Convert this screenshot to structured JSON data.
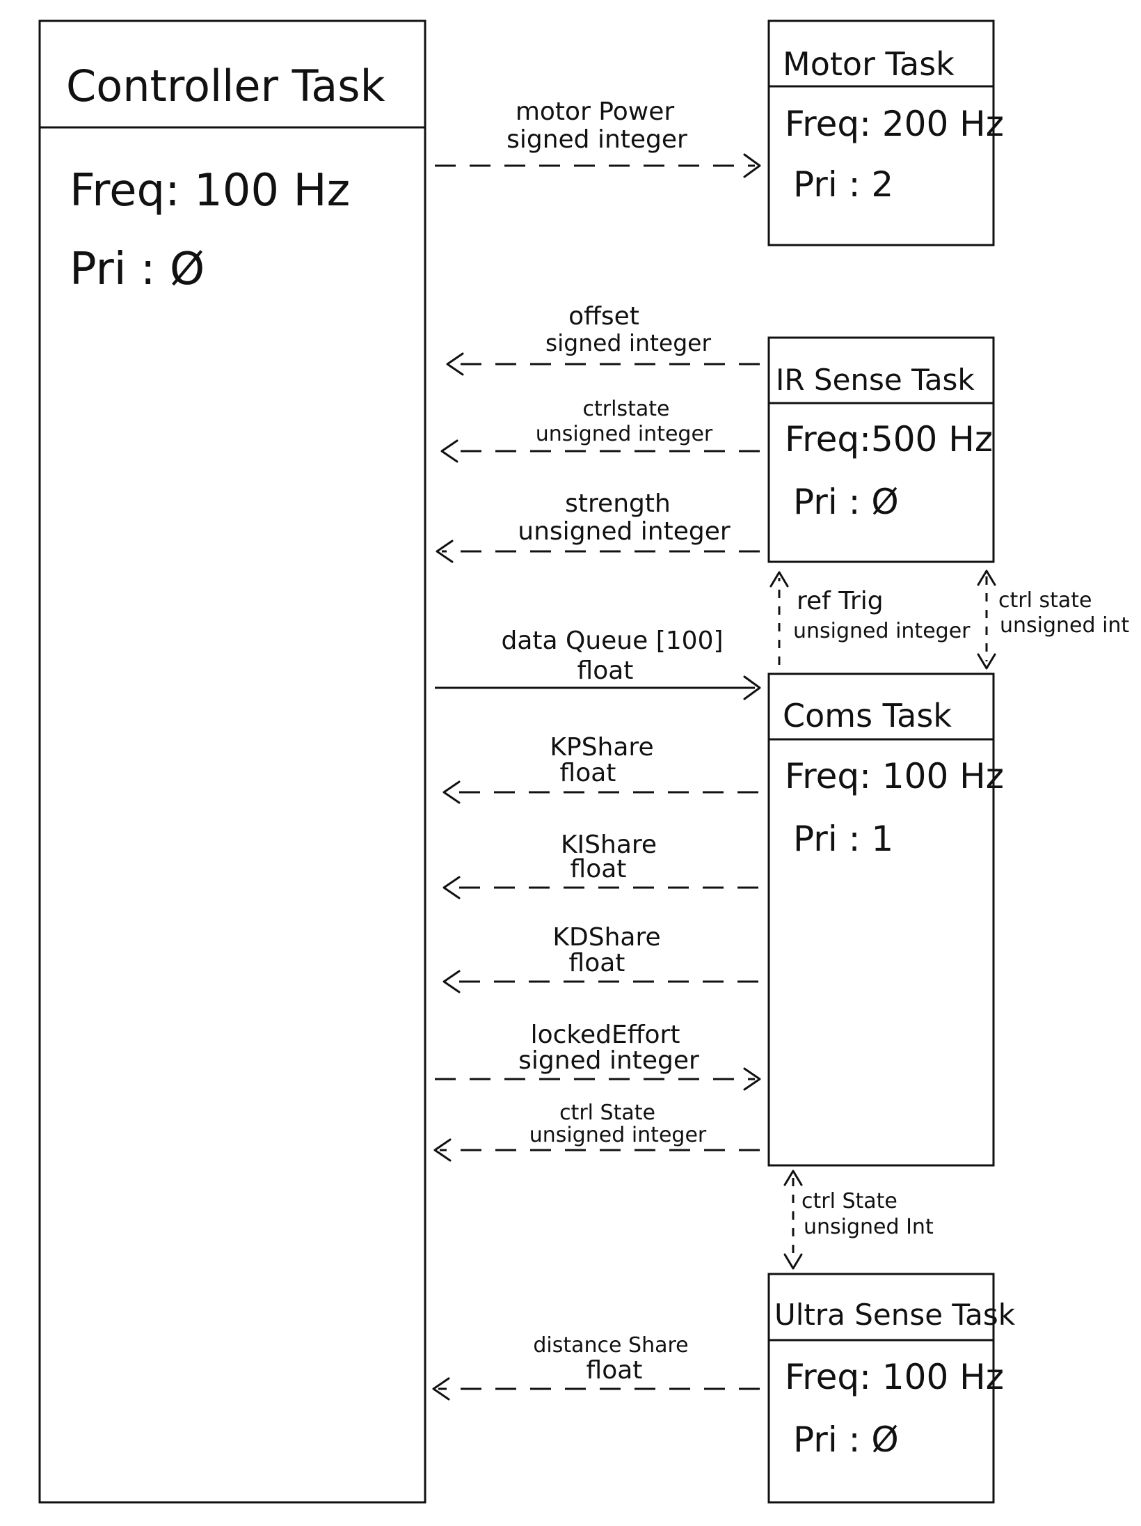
{
  "tasks": {
    "controller": {
      "title": "Controller Task",
      "freq": "Freq: 100 Hz",
      "pri": "Pri : Ø"
    },
    "motor": {
      "title": "Motor Task",
      "freq": "Freq: 200 Hz",
      "pri": "Pri : 2"
    },
    "ir_sense": {
      "title": "IR Sense Task",
      "freq": "Freq:500 Hz",
      "pri": "Pri : Ø"
    },
    "coms": {
      "title": "Coms Task",
      "freq": "Freq: 100 Hz",
      "pri": "Pri : 1"
    },
    "ultra_sense": {
      "title": "Ultra Sense Task",
      "freq": "Freq: 100 Hz",
      "pri": "Pri : Ø"
    }
  },
  "arrows": {
    "motor_power": {
      "name": "motor Power",
      "type": "signed integer"
    },
    "offset": {
      "name": "offset",
      "type": "signed integer"
    },
    "ctrl_state_ir": {
      "name": "ctrlstate",
      "type": "unsigned integer"
    },
    "strength": {
      "name": "strength",
      "type": "unsigned integer"
    },
    "ref_trig": {
      "name": "ref Trig",
      "type": "unsigned integer"
    },
    "ctrl_state_ir_coms": {
      "name": "ctrl state",
      "type": "unsigned int"
    },
    "data_queue": {
      "name": "data Queue [100]",
      "type": "float"
    },
    "kp_share": {
      "name": "KPShare",
      "type": "float"
    },
    "ki_share": {
      "name": "KIShare",
      "type": "float"
    },
    "kd_share": {
      "name": "KDShare",
      "type": "float"
    },
    "locked_effort": {
      "name": "lockedEffort",
      "type": "signed integer"
    },
    "ctrl_state_coms": {
      "name": "ctrl State",
      "type": "unsigned integer"
    },
    "ctrl_state_coms_ultra": {
      "name": "ctrl State",
      "type": "unsigned Int"
    },
    "distance_share": {
      "name": "distance Share",
      "type": "float"
    }
  }
}
